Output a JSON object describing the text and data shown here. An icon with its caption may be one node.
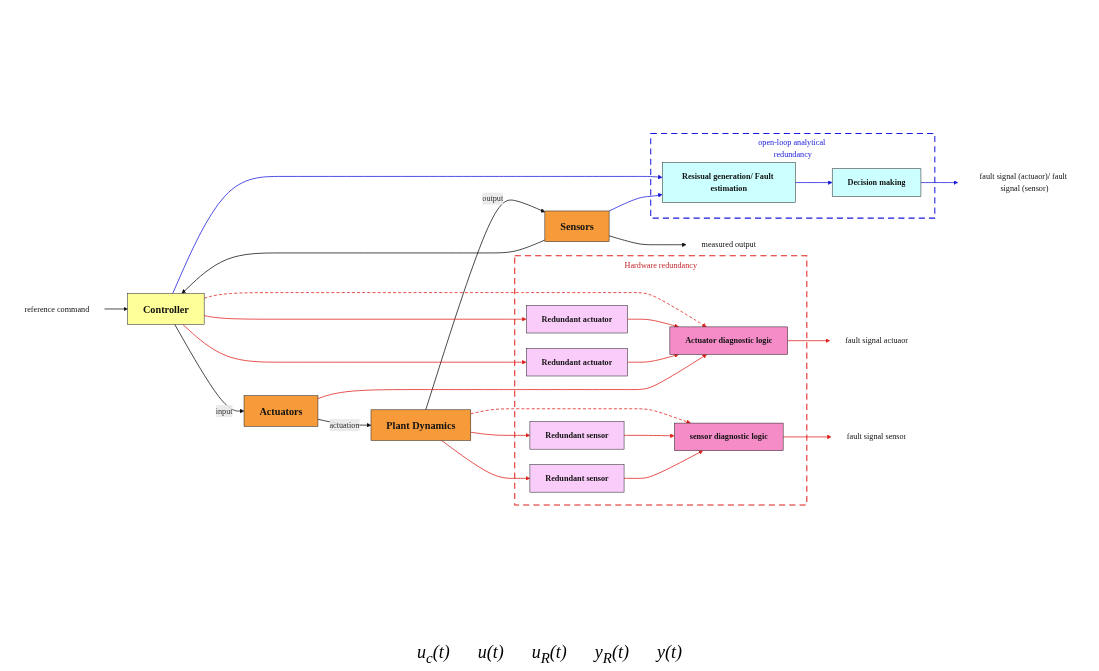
{
  "diagram": {
    "nodes": [
      {
        "text": [
          "Hardware redundancy"
        ]
      },
      {
        "text": [
          "Actuator diagnostic logic"
        ],
        "in": 0
      },
      {
        "text": [
          "sensor diagnostic logic"
        ],
        "in": 0
      },
      {
        "text": [
          "Redundant actuator"
        ],
        "in": 0
      },
      {
        "text": [
          "Redundant actuator"
        ],
        "in": 0
      },
      {
        "text": [
          "Redundant sensor"
        ],
        "in": 0
      },
      {
        "text": [
          "Redundant sensor"
        ],
        "in": 0
      },
      {
        "text": [
          "open-loop analytical redundancy"
        ]
      },
      {
        "text": [
          "Resisual generation/ Fault estimation"
        ],
        "in": 7
      },
      {
        "text": [
          "Decision making"
        ],
        "in": 7
      },
      {
        "text": [
          "Controller"
        ]
      },
      {
        "text": [
          "Actuators"
        ]
      },
      {
        "text": [
          "Plant Dynamics"
        ]
      },
      {
        "text": [
          "Sensors"
        ]
      },
      {
        "text": [
          "fault signal actuaor"
        ]
      },
      {
        "text": [
          "fault signal sensor"
        ]
      },
      {
        "text": [
          "fault signal (actuaor)/ fault signal (sensor)"
        ]
      },
      {
        "text": [
          "reference command"
        ]
      },
      {
        "text": [
          "measured output"
        ]
      }
    ],
    "edges": [
      {
        "from": 17,
        "to": 10,
        "arrow": "to",
        "color": "#111111"
      },
      {
        "from": 10,
        "to": 11,
        "arrow": "to",
        "label": "input",
        "color": "#111111"
      },
      {
        "from": 11,
        "to": 12,
        "arrow": "to",
        "label": "actuation",
        "color": "#111111"
      },
      {
        "from": 12,
        "to": 13,
        "arrow": "to",
        "label": "output",
        "color": "#111111"
      },
      {
        "from": 13,
        "to": 18,
        "arrow": "to",
        "color": "#111111"
      },
      {
        "from": 13,
        "to": 10,
        "arrow": "to",
        "color": "#111111"
      },
      {
        "from": 10,
        "to": 3,
        "arrow": "to",
        "color": "#e0201c"
      },
      {
        "from": 10,
        "to": 1,
        "arrow": "to",
        "style": "dashed",
        "color": "#e0201c"
      },
      {
        "from": 10,
        "to": 4,
        "arrow": "to",
        "color": "#e0201c"
      },
      {
        "from": 3,
        "to": 1,
        "arrow": "to",
        "color": "#e0201c"
      },
      {
        "from": 4,
        "to": 1,
        "arrow": "to",
        "color": "#e0201c"
      },
      {
        "from": 11,
        "to": 1,
        "arrow": "to",
        "color": "#e0201c"
      },
      {
        "from": 1,
        "to": 14,
        "arrow": "to",
        "color": "#e0201c"
      },
      {
        "from": 12,
        "to": 5,
        "arrow": "to",
        "color": "#e0201c"
      },
      {
        "from": 12,
        "to": 2,
        "arrow": "to",
        "style": "dashed",
        "color": "#e0201c"
      },
      {
        "from": 12,
        "to": 6,
        "arrow": "to",
        "color": "#e0201c"
      },
      {
        "from": 5,
        "to": 2,
        "arrow": "to",
        "color": "#e0201c"
      },
      {
        "from": 6,
        "to": 2,
        "arrow": "to",
        "color": "#e0201c"
      },
      {
        "from": 2,
        "to": 15,
        "arrow": "to",
        "color": "#e0201c"
      },
      {
        "from": 10,
        "to": 8,
        "arrow": "to",
        "color": "#1a1adc"
      },
      {
        "from": 13,
        "to": 8,
        "arrow": "to",
        "color": "#1a1adc"
      },
      {
        "from": 8,
        "to": 9,
        "arrow": "to",
        "color": "#1a1adc"
      },
      {
        "from": 9,
        "to": 16,
        "arrow": "to",
        "color": "#1a1adc"
      }
    ],
    "labels": [
      "u$_{c}$(t)",
      "u(t)",
      "u$_{R}$(t)",
      "y$_{R}$(t)",
      "y(t)"
    ]
  }
}
